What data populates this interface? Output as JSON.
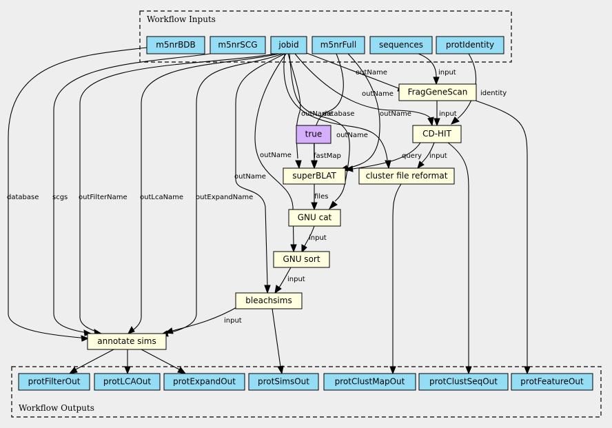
{
  "clusters": {
    "inputs_label": "Workflow Inputs",
    "outputs_label": "Workflow Outputs"
  },
  "colors": {
    "io_fill": "#94DDF4",
    "step_fill": "#FFFFDF",
    "bool_fill": "#D5AEFC",
    "background": "#eeeeee"
  },
  "nodes": {
    "m5nrBDB": "m5nrBDB",
    "m5nrSCG": "m5nrSCG",
    "jobid": "jobid",
    "m5nrFull": "m5nrFull",
    "sequences": "sequences",
    "protIdentity": "protIdentity",
    "fraggenescan": "FragGeneScan",
    "cdhit": "CD-HIT",
    "true": "true",
    "superblat": "superBLAT",
    "clusterreformat": "cluster file reformat",
    "gnucat": "GNU cat",
    "gnusort": "GNU sort",
    "bleachsims": "bleachsims",
    "annotatesims": "annotate sims",
    "protFilterOut": "protFilterOut",
    "protLCAOut": "protLCAOut",
    "protExpandOut": "protExpandOut",
    "protSimsOut": "protSimsOut",
    "protClustMapOut": "protClustMapOut",
    "protClustSeqOut": "protClustSeqOut",
    "protFeatureOut": "protFeatureOut"
  },
  "edge_labels": {
    "database": "database",
    "scgs": "scgs",
    "outFilterName": "outFilterName",
    "outLcaName": "outLcaName",
    "outExpandName": "outExpandName",
    "outName_bleach": "outName",
    "outName_sort": "outName",
    "outName_blat": "outName",
    "database_blat": "database",
    "outName_cat": "outName",
    "outName_reformat": "outName",
    "outName_fgs": "outName",
    "outName_cdhit": "outName",
    "input_fgs": "input",
    "identity": "identity",
    "input_cdhit": "input",
    "fastMap": "fastMap",
    "query": "query",
    "input_reformat": "input",
    "files": "files",
    "input_sort": "input",
    "input_bleach": "input",
    "input_annotate": "input"
  }
}
